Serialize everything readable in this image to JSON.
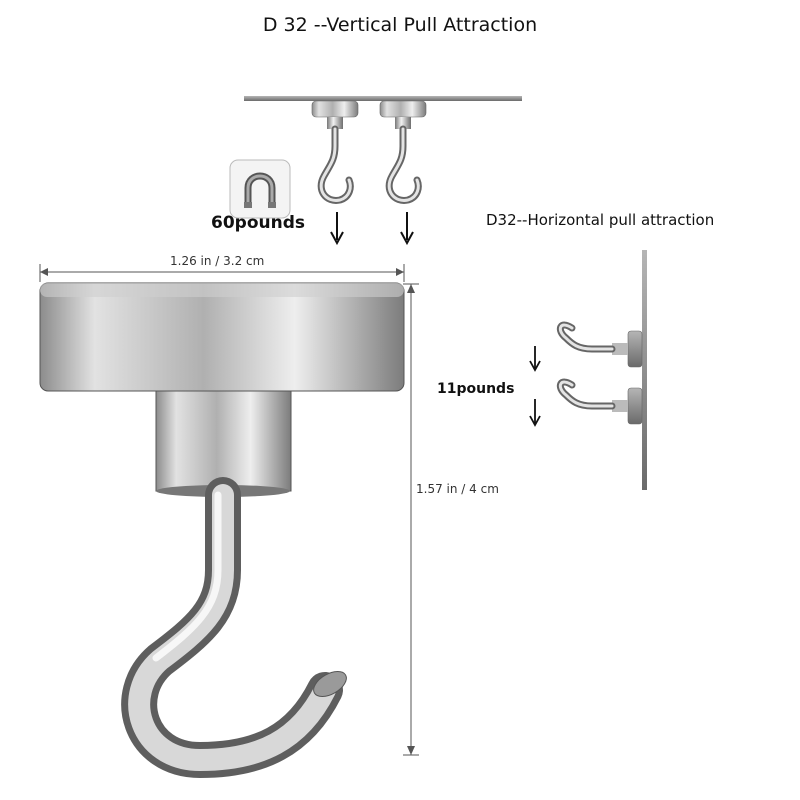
{
  "titles": {
    "vertical": "D 32 --Vertical Pull Attraction",
    "horizontal": "D32--Horizontal pull attraction"
  },
  "labels": {
    "vertical_force": "60pounds",
    "horizontal_force": "11pounds"
  },
  "dimensions": {
    "diameter": "1.26 in / 3.2 cm",
    "height": "1.57 in / 4 cm"
  },
  "icons": {
    "magnet": "horseshoe-magnet-icon",
    "arrow": "down-arrow-icon"
  },
  "colors": {
    "metal_light": "#e6e6e6",
    "metal_dark": "#7a7a7a",
    "plate": "#8a8a8a",
    "dimension_line": "#555555"
  }
}
